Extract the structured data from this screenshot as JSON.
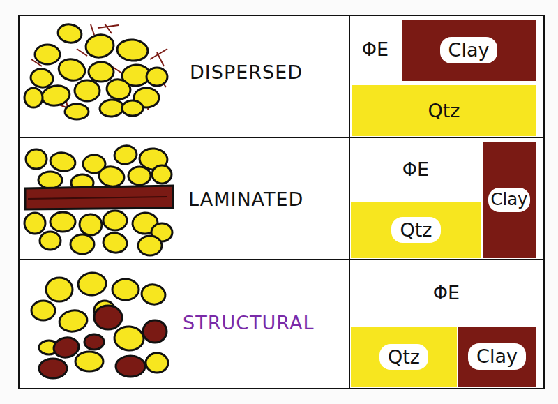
{
  "diagram": {
    "nodes": [
      {
        "text": [
          "ΦE"
        ]
      },
      {
        "text": [
          "Clay"
        ]
      },
      {
        "text": [
          "Qtz"
        ]
      },
      {
        "text": [
          "ΦE"
        ]
      },
      {
        "text": [
          "Qtz"
        ]
      },
      {
        "text": [
          "Clay"
        ]
      },
      {
        "text": [
          "ΦE"
        ]
      },
      {
        "text": [
          "Qtz"
        ]
      },
      {
        "text": [
          "Clay"
        ]
      }
    ],
    "labels": [
      "DISPERSED",
      "LAMINATED",
      "STRUCTURAL"
    ]
  }
}
